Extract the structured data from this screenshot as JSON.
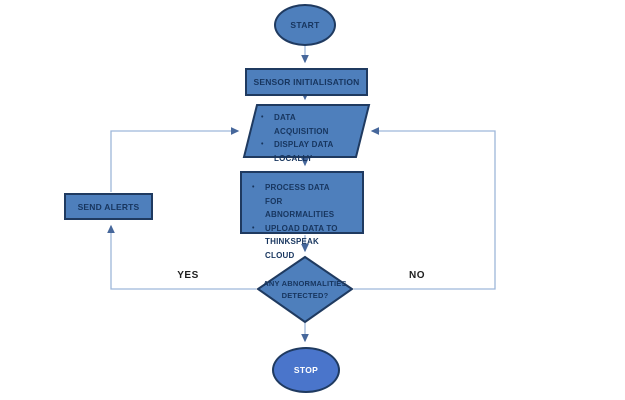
{
  "diagram": {
    "type": "flowchart",
    "glyphs": {
      "bullet": "•"
    },
    "colors": {
      "node_fill": "#4e7fbc",
      "node_border": "#1f3a60",
      "node_text": "#17355e",
      "stop_fill": "#4a75cb",
      "stop_text": "#ffffff",
      "connector_line": "#9db6d9",
      "arrowhead": "#46679b",
      "edge_label_text": "#1f1f1f",
      "background": "#ffffff"
    },
    "nodes": {
      "start": {
        "shape": "ellipse",
        "label": "START"
      },
      "sensor_init": {
        "shape": "rectangle",
        "label": "SENSOR INITIALISATION"
      },
      "data_acquisition": {
        "shape": "parallelogram",
        "items": [
          "DATA ACQUISITION",
          "DISPLAY DATA LOCALLY"
        ]
      },
      "process": {
        "shape": "rectangle",
        "items": [
          "PROCESS DATA FOR ABNORMALITIES",
          "UPLOAD DATA TO THINKSPEAK CLOUD"
        ]
      },
      "decision": {
        "shape": "diamond",
        "label": "ANY ABNORMALITIES DETECTED?"
      },
      "send_alerts": {
        "shape": "rectangle",
        "label": "SEND ALERTS"
      },
      "stop": {
        "shape": "ellipse",
        "label": "STOP"
      }
    },
    "edges": {
      "yes_label": "YES",
      "no_label": "NO"
    }
  }
}
